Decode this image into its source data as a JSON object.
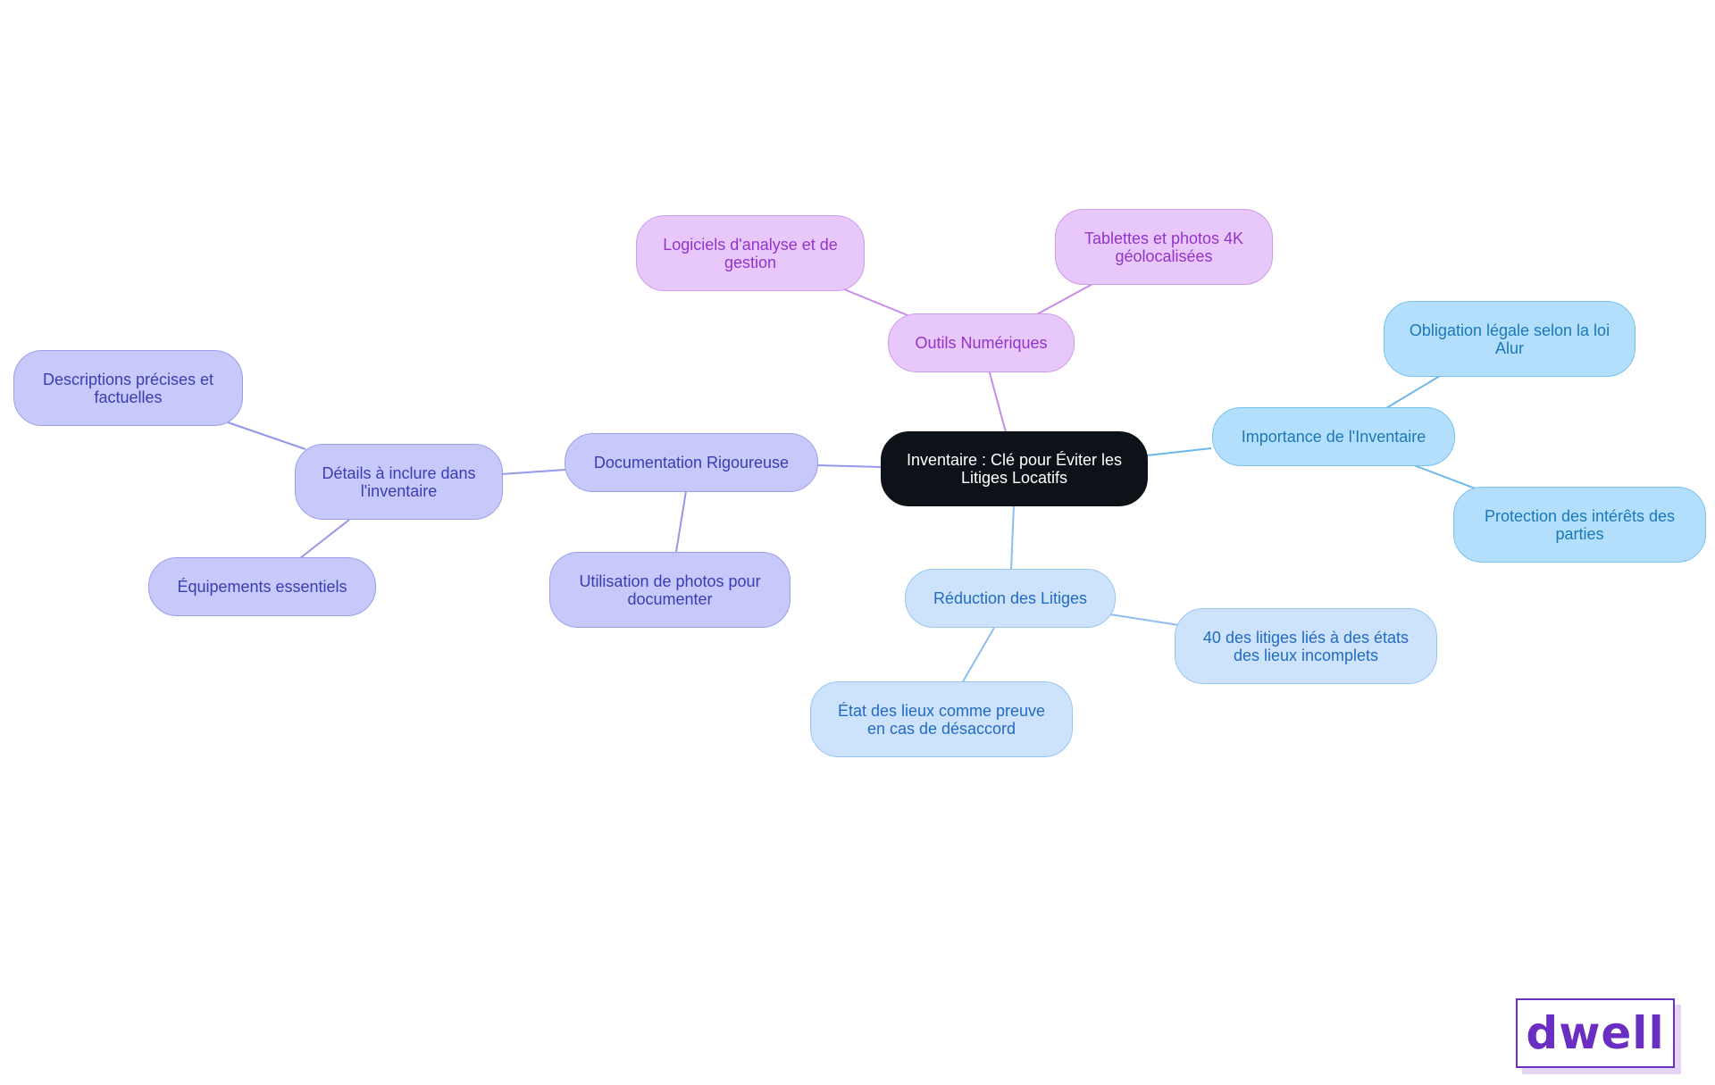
{
  "root": "Inventaire : Clé pour Éviter les Litiges Locatifs",
  "branches": {
    "outils": {
      "label": "Outils Numériques",
      "children": [
        "Logiciels d'analyse et de gestion",
        "Tablettes et photos 4K géolocalisées"
      ]
    },
    "importance": {
      "label": "Importance de l'Inventaire",
      "children": [
        "Obligation légale selon la loi Alur",
        "Protection des intérêts des parties"
      ]
    },
    "reduction": {
      "label": "Réduction des Litiges",
      "children": [
        "40 des litiges liés à des états des lieux incomplets",
        "État des lieux comme preuve en cas de désaccord"
      ]
    },
    "documentation": {
      "label": "Documentation Rigoureuse",
      "children": [
        "Détails à inclure dans l'inventaire",
        "Utilisation de photos pour documenter"
      ]
    },
    "details": {
      "children": [
        "Descriptions précises et factuelles",
        "Équipements essentiels"
      ]
    }
  },
  "logo": "dwell",
  "colors": {
    "outils_edge": "#c88be6",
    "importance_edge": "#6cb8e8",
    "reduction_edge": "#8dbdf0",
    "documentation_edge": "#9497ea"
  }
}
